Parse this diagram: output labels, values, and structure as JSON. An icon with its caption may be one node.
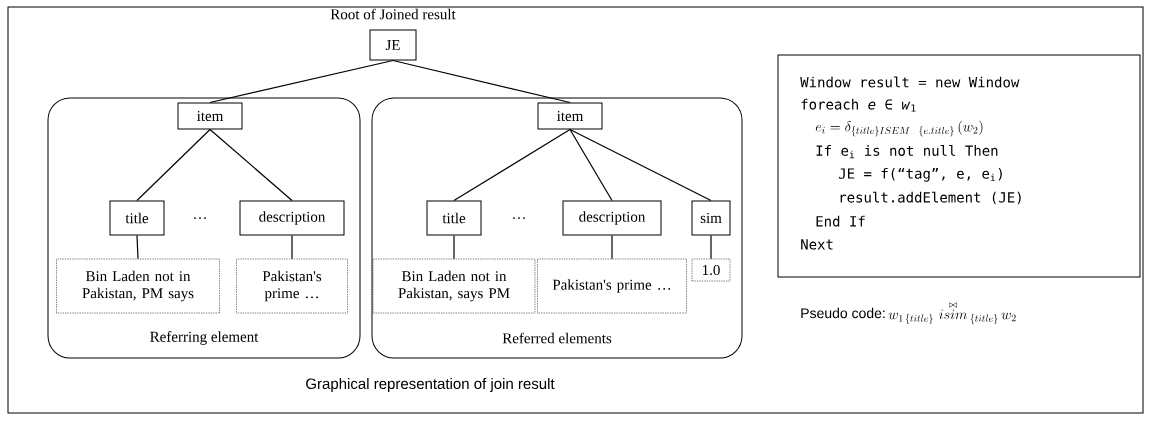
{
  "diagram": {
    "nodes": [
      {
        "text": [
          "JE"
        ],
        "beside": [
          "Root of Joined result"
        ]
      },
      {
        "text": [
          "Referring element"
        ]
      },
      {
        "text": [
          "item"
        ],
        "in": 1
      },
      {
        "text": [
          "title"
        ],
        "in": 1
      },
      {
        "text": [
          "description"
        ],
        "in": 1
      },
      {
        "text": [
          "Bin Laden not in Pakistan, PM says"
        ],
        "in": 1
      },
      {
        "text": [
          "Pakistan's prime …"
        ],
        "in": 1
      },
      {
        "text": [
          "Referred elements"
        ]
      },
      {
        "text": [
          "item"
        ],
        "in": 7
      },
      {
        "text": [
          "title"
        ],
        "in": 7
      },
      {
        "text": [
          "description"
        ],
        "in": 7
      },
      {
        "text": [
          "sim"
        ],
        "in": 7
      },
      {
        "text": [
          "Bin Laden not in Pakistan, says PM"
        ],
        "in": 7
      },
      {
        "text": [
          "Pakistan's prime …"
        ],
        "in": 7
      },
      {
        "text": [
          "1.0"
        ],
        "in": 7
      },
      {
        "text": [
          "Window result = new Window",
          "foreach *e* ∈ *w*$_{1}$",
          "e_i = \\delta_{\\{title\\}ISEM\\ \\{e.title\\}}\\,(w_2)",
          "If e$_{i}$ is not null Then",
          "JE = f(“tag”, e, e$_{i}$)",
          "result.addElement (JE)",
          "End If",
          "Next"
        ],
        "beside": [
          "Pseudo code:",
          "w_{1\\,\\{title\\}}\\,\\mathop{isim}\\limits^{\\bowtie}{}_{\\{title\\}}\\,w_2"
        ]
      }
    ],
    "edges": [
      {
        "from": 0,
        "to": 2,
        "arrow": "none"
      },
      {
        "from": 0,
        "to": 8,
        "arrow": "none"
      },
      {
        "from": 2,
        "to": 3,
        "arrow": "none"
      },
      {
        "from": 2,
        "to": 4,
        "arrow": "none"
      },
      {
        "from": 3,
        "to": 5,
        "arrow": "none"
      },
      {
        "from": 4,
        "to": 6,
        "arrow": "none"
      },
      {
        "from": 8,
        "to": 9,
        "arrow": "none"
      },
      {
        "from": 8,
        "to": 10,
        "arrow": "none"
      },
      {
        "from": 8,
        "to": 11,
        "arrow": "none"
      },
      {
        "from": 9,
        "to": 12,
        "arrow": "none"
      },
      {
        "from": 10,
        "to": 13,
        "arrow": "none"
      },
      {
        "from": 11,
        "to": 14,
        "arrow": "none"
      }
    ],
    "labels": [
      "…",
      "…",
      "Graphical representation of join result"
    ]
  }
}
